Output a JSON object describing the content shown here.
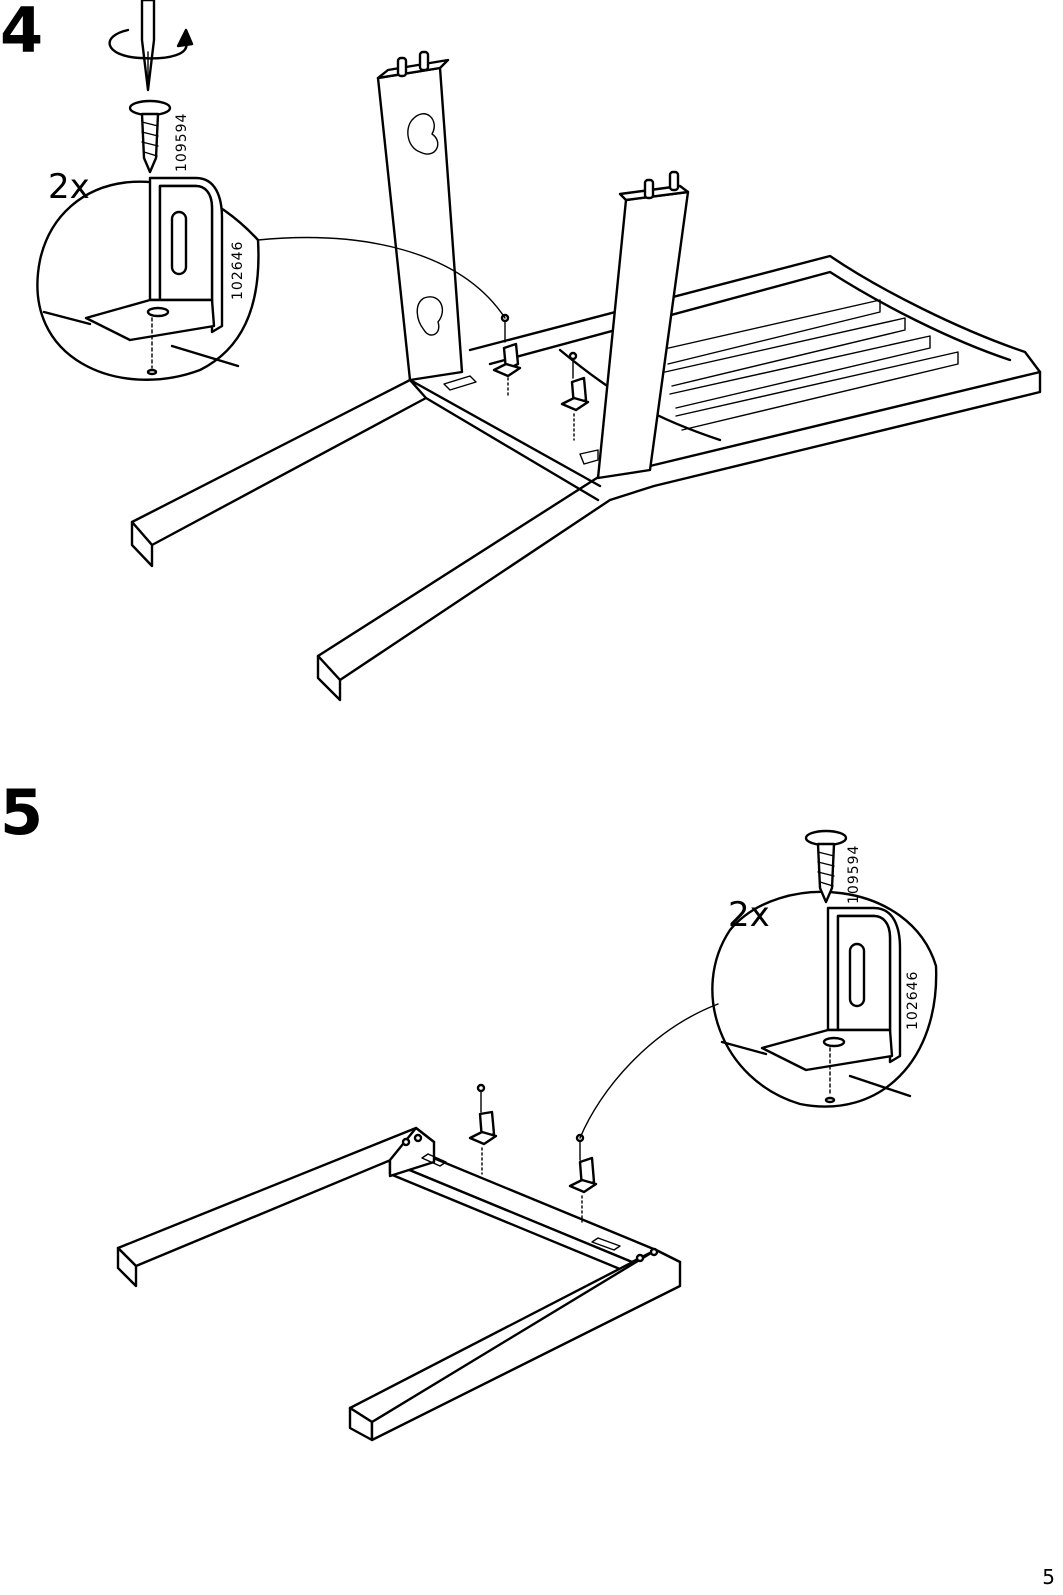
{
  "page_number": "5",
  "steps": [
    {
      "number": "4",
      "callout": {
        "quantity": "2x",
        "screw_article": "109594",
        "bracket_article": "102646"
      },
      "icons": [
        "screwdriver-icon",
        "rotate-arrow-icon",
        "screw-icon",
        "angle-bracket-icon"
      ]
    },
    {
      "number": "5",
      "callout": {
        "quantity": "2x",
        "screw_article": "109594",
        "bracket_article": "102646"
      },
      "icons": [
        "screw-icon",
        "angle-bracket-icon"
      ]
    }
  ]
}
